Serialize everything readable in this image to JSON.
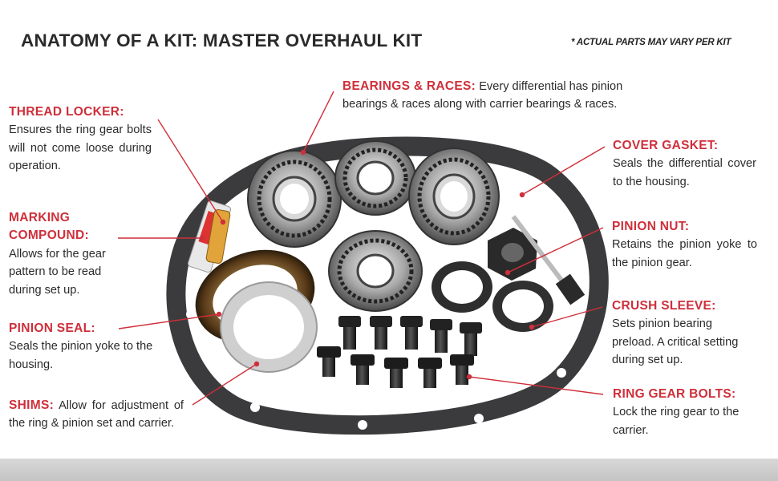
{
  "title": "ANATOMY OF A KIT: MASTER OVERHAUL KIT",
  "note": "* ACTUAL PARTS MAY VARY PER KIT",
  "colors": {
    "accent": "#cf2f3a",
    "text": "#2b2b2b",
    "gasket": "#3b3b3d"
  },
  "callouts": {
    "thread_locker": {
      "heading": "THREAD LOCKER:",
      "body": "Ensures the ring gear bolts will not come loose during operation."
    },
    "marking_compound": {
      "heading_line1": "MARKING",
      "heading_line2": "COMPOUND:",
      "body": "Allows for the gear pattern to be read during set up."
    },
    "pinion_seal": {
      "heading": "PINION SEAL:",
      "body": "Seals the pinion yoke to the housing."
    },
    "shims": {
      "heading": "SHIMS:",
      "body": "Allow for adjustment of the ring & pinion set and carrier."
    },
    "bearings_races": {
      "heading": "BEARINGS & RACES:",
      "body": "Every differential has pinion bearings & races along with carrier bearings & races."
    },
    "cover_gasket": {
      "heading": "COVER GASKET:",
      "body": "Seals the differential cover to the housing."
    },
    "pinion_nut": {
      "heading": "PINION NUT:",
      "body": "Retains the pinion yoke to the pinion gear."
    },
    "crush_sleeve": {
      "heading": "CRUSH SLEEVE:",
      "body": "Sets pinion bearing preload. A critical setting during set up."
    },
    "ring_gear_bolts": {
      "heading": "RING GEAR BOLTS:",
      "body": "Lock the ring gear to the carrier."
    }
  }
}
